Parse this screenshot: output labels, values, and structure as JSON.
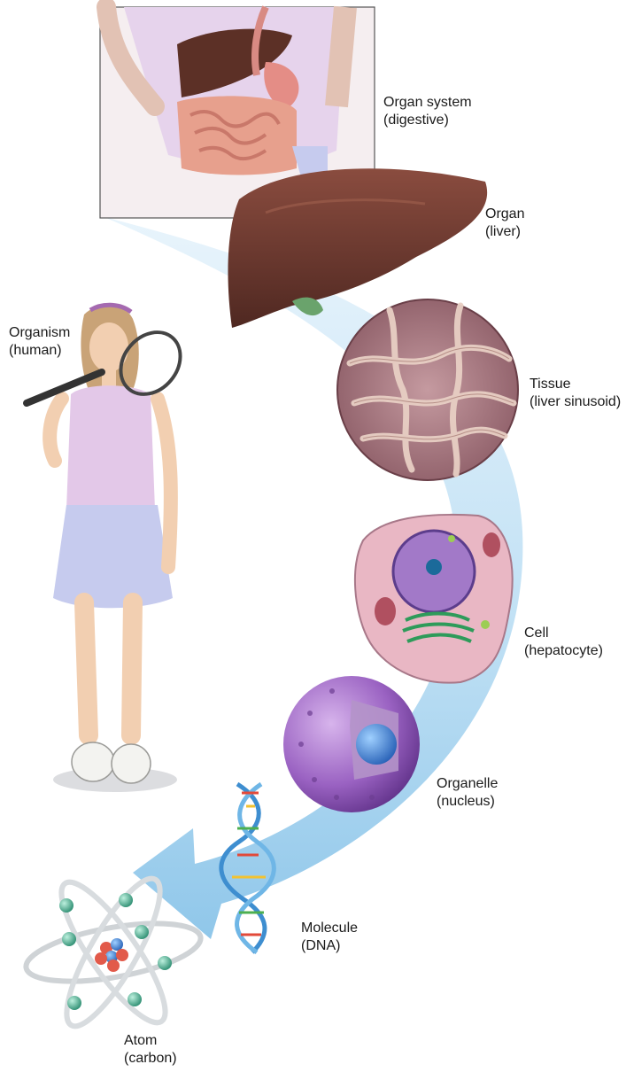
{
  "levels": [
    {
      "id": "organ-system",
      "name": "Organ system",
      "detail": "(digestive)"
    },
    {
      "id": "organ",
      "name": "Organ",
      "detail": "(liver)"
    },
    {
      "id": "organism",
      "name": "Organism",
      "detail": "(human)"
    },
    {
      "id": "tissue",
      "name": "Tissue",
      "detail": "(liver sinusoid)"
    },
    {
      "id": "cell",
      "name": "Cell",
      "detail": "(hepatocyte)"
    },
    {
      "id": "organelle",
      "name": "Organelle",
      "detail": "(nucleus)"
    },
    {
      "id": "molecule",
      "name": "Molecule",
      "detail": "(DNA)"
    },
    {
      "id": "atom",
      "name": "Atom",
      "detail": "(carbon)"
    }
  ],
  "colors": {
    "arrow": "#a9d3ef",
    "liver": "#6b3a30",
    "intestine": "#e6a08c",
    "shirt": "#e3c8e8",
    "skirt": "#c6cbee",
    "tissue": "#b88c8f",
    "cell": "#e9b7c4",
    "nucleus": "#8e5ab8",
    "electron": "#3fa88c"
  }
}
